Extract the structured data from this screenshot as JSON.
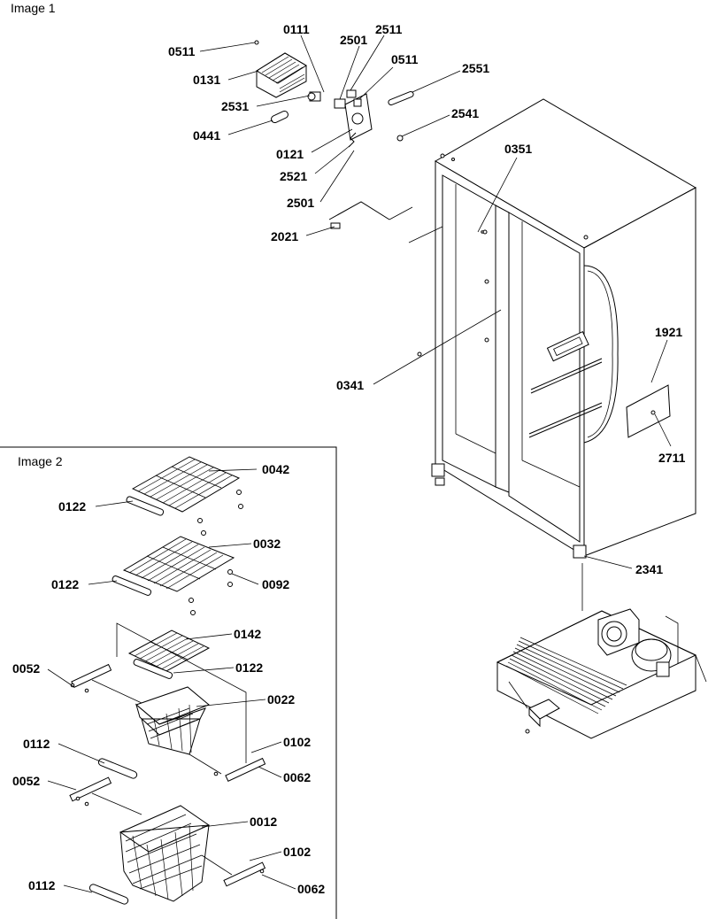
{
  "figure_1": {
    "title": "Image 1",
    "callouts": [
      "0511",
      "0111",
      "2501",
      "2511",
      "0511",
      "2551",
      "0131",
      "2531",
      "2541",
      "0441",
      "0121",
      "2521",
      "2501",
      "0351",
      "2021",
      "1921",
      "0341",
      "2711",
      "2341"
    ]
  },
  "figure_2": {
    "title": "Image 2",
    "callouts": [
      "0042",
      "0122",
      "0032",
      "0122",
      "0092",
      "0142",
      "0052",
      "0122",
      "0022",
      "0112",
      "0102",
      "0062",
      "0052",
      "0012",
      "0102",
      "0112",
      "0062"
    ]
  }
}
